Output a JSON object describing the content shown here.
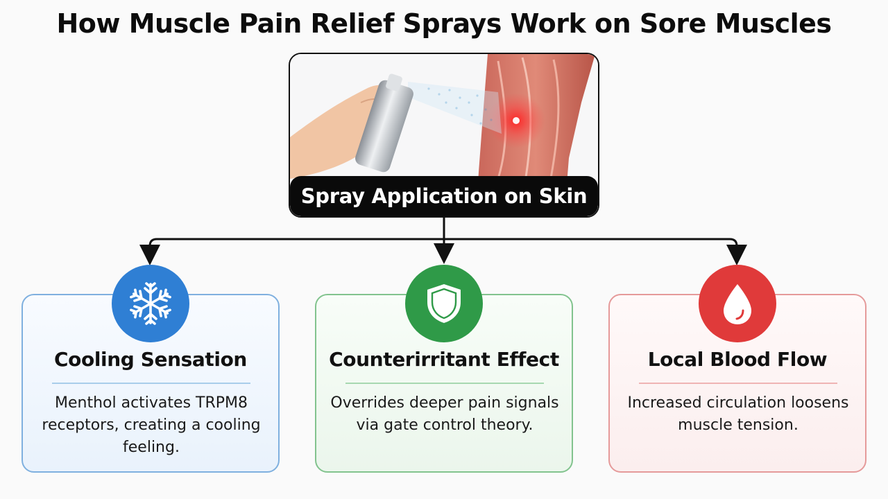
{
  "title": "How Muscle Pain Relief Sprays Work on Sore Muscles",
  "hero": {
    "caption": "Spray Application on Skin"
  },
  "cards": [
    {
      "title": "Cooling Sensation",
      "description": "Menthol activates TRPM8 receptors, creating a cooling feeling.",
      "icon": "snowflake-icon",
      "color": "#2f7fd4"
    },
    {
      "title": "Counterirritant Effect",
      "description": "Overrides deeper pain signals via gate control theory.",
      "icon": "shield-icon",
      "color": "#2f9a48"
    },
    {
      "title": "Local Blood Flow",
      "description": "Increased circulation loosens muscle tension.",
      "icon": "blood-drop-icon",
      "color": "#e03a3a"
    }
  ]
}
